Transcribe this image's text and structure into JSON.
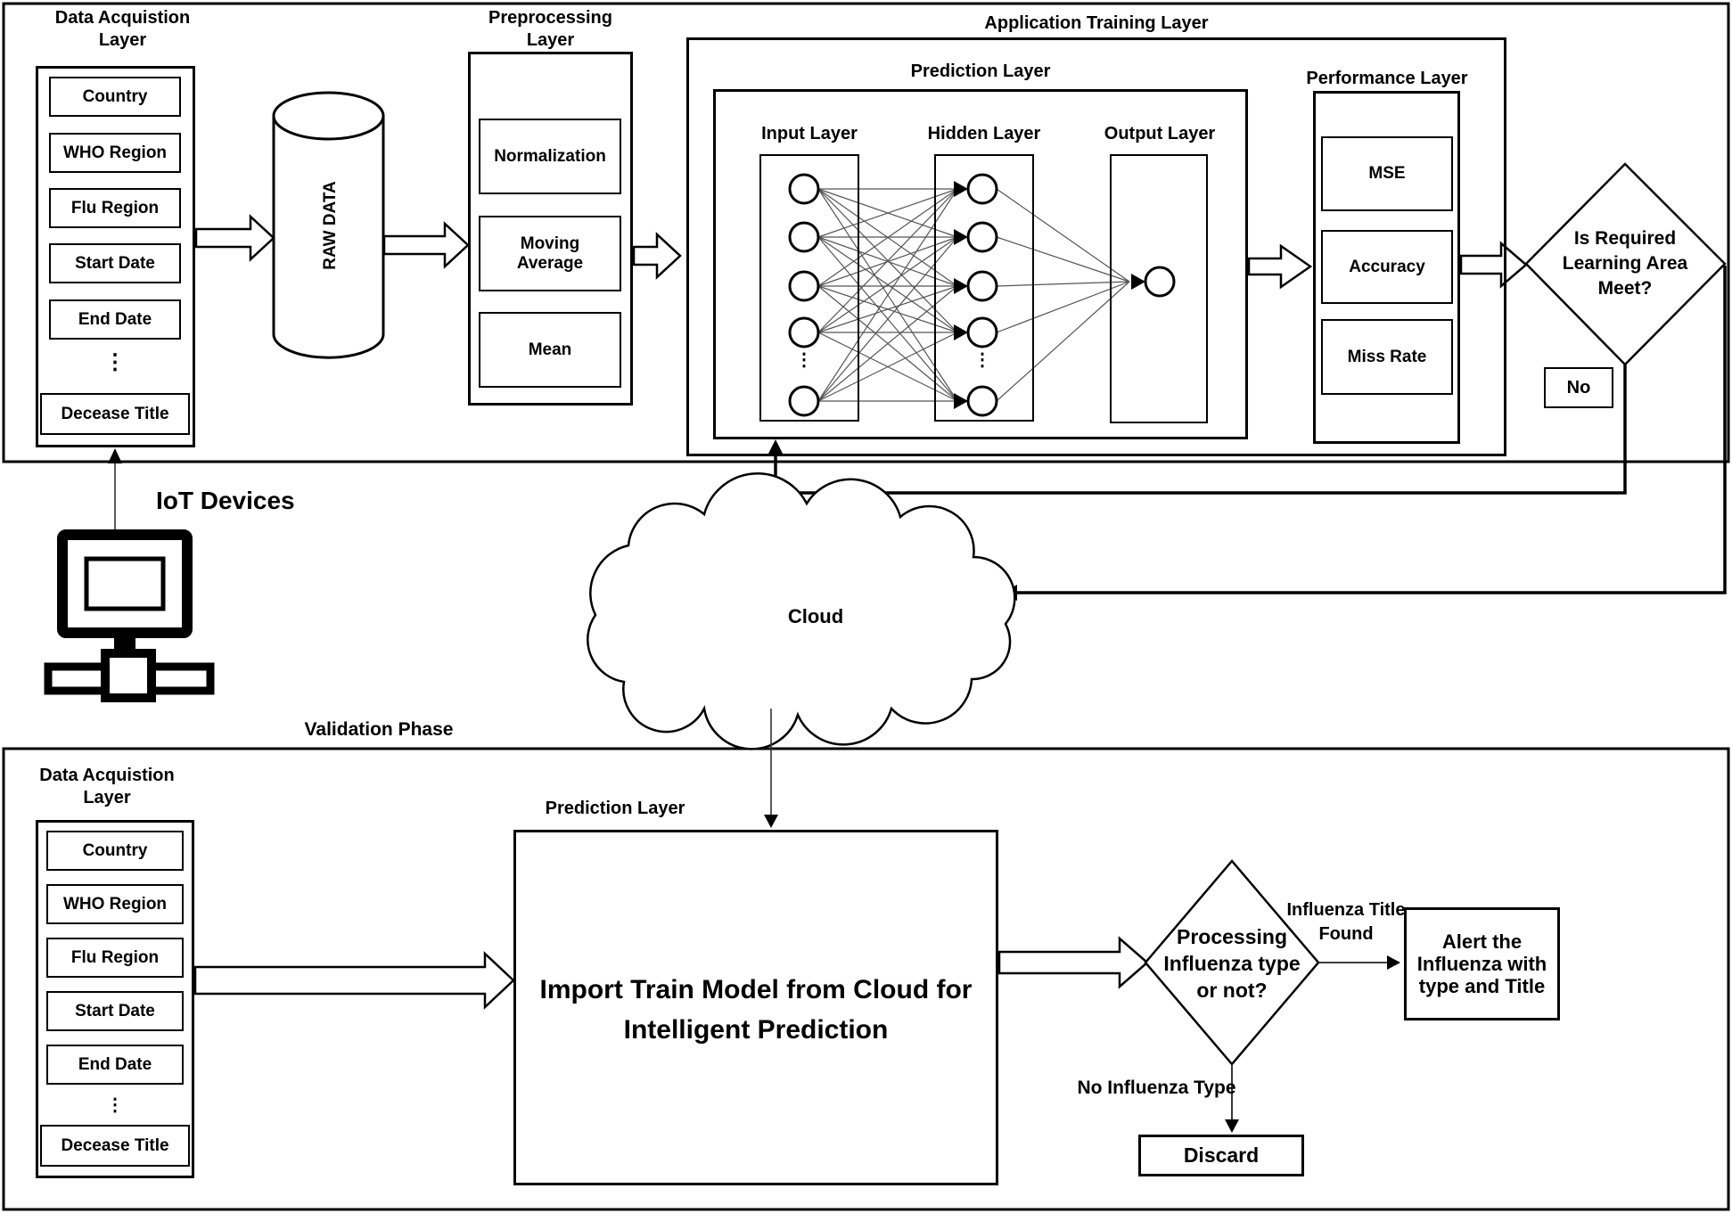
{
  "colors": {
    "ink": "#000000",
    "connector_gray": "#555555",
    "background": "#ffffff"
  },
  "icons": {
    "iot_device": "computer-with-network-icon",
    "database": "cylinder-database-shape",
    "cloud": "cloud-shape"
  },
  "training_phase": {
    "data_acquisition": {
      "title": [
        "Data Acquistion",
        "Layer"
      ],
      "items": [
        "Country",
        "WHO Region",
        "Flu Region",
        "Start Date",
        "End Date",
        "Decease Title"
      ],
      "ellipsis": "⋮"
    },
    "raw_data": {
      "label": "RAW DATA"
    },
    "preprocessing": {
      "title": [
        "Preprocessing",
        "Layer"
      ],
      "items": [
        "Normalization",
        "Moving Average",
        "Mean"
      ]
    },
    "application_training": {
      "title": "Application Training Layer",
      "prediction": {
        "title": "Prediction Layer",
        "input": {
          "title": "Input Layer",
          "ellipsis": "⋮"
        },
        "hidden": {
          "title": "Hidden Layer",
          "ellipsis": "⋮"
        },
        "output": {
          "title": "Output Layer"
        }
      },
      "performance": {
        "title": "Performance Layer",
        "items": [
          "MSE",
          "Accuracy",
          "Miss Rate"
        ]
      }
    },
    "decision": {
      "text": [
        "Is Required",
        "Learning Area",
        "Meet?"
      ],
      "no_label": "No"
    }
  },
  "middle": {
    "iot_label": "IoT Devices",
    "cloud_label": "Cloud"
  },
  "validation_phase": {
    "title": "Validation Phase",
    "data_acquisition": {
      "title": [
        "Data Acquistion",
        "Layer"
      ],
      "items": [
        "Country",
        "WHO Region",
        "Flu Region",
        "Start Date",
        "End Date",
        "Decease Title"
      ],
      "ellipsis": "⋮"
    },
    "prediction": {
      "title": "Prediction Layer",
      "text": [
        "Import Train Model from Cloud for",
        "Intelligent Prediction"
      ]
    },
    "decision": {
      "text": [
        "Processing",
        "Influenza type",
        "or not?"
      ]
    },
    "found_label": [
      "Influenza Title",
      "Found"
    ],
    "alert_box": [
      "Alert the",
      "Influenza with",
      "type and Title"
    ],
    "no_type_label": "No Influenza Type",
    "discard_label": "Discard"
  }
}
